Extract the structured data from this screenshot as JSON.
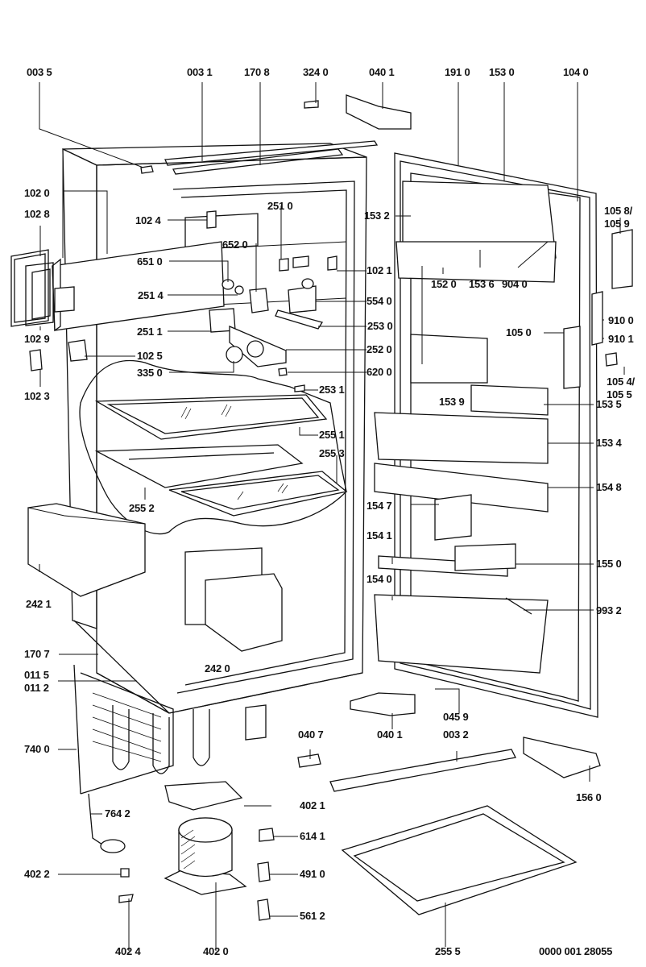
{
  "diagram": {
    "title": "Refrigerator exploded parts diagram",
    "drawing_number": "0000 001 28055",
    "labels": {
      "p0035": "003 5",
      "p0031": "003 1",
      "p1708": "170 8",
      "p3240": "324 0",
      "p0401_top": "040 1",
      "p1910": "191 0",
      "p1530": "153 0",
      "p1040": "104 0",
      "p1020": "102 0",
      "p1028": "102 8",
      "p1024": "102 4",
      "p2510": "251 0",
      "p6520": "652 0",
      "p6510": "651 0",
      "p2514": "251 4",
      "p1029": "102 9",
      "p2511": "251 1",
      "p1025": "102 5",
      "p3350": "335 0",
      "p1023": "102 3",
      "p1021": "102 1",
      "p5540": "554 0",
      "p2530": "253 0",
      "p2520": "252 0",
      "p6200": "620 0",
      "p2531": "253 1",
      "p2551": "255 1",
      "p2553": "255 3",
      "p2552": "255 2",
      "p2421": "242 1",
      "p2420": "242 0",
      "p1707": "170 7",
      "p0115": "011 5",
      "p0112": "011 2",
      "p7400": "740 0",
      "p7642": "764 2",
      "p4022": "402 2",
      "p4024": "402 4",
      "p4020": "402 0",
      "p4021": "402 1",
      "p6141": "614 1",
      "p4910": "491 0",
      "p5612": "561 2",
      "p0407": "040 7",
      "p0401_bottom": "040 1",
      "p0459": "045 9",
      "p0032": "003 2",
      "p1560": "156 0",
      "p2555": "255 5",
      "p1532": "153 2",
      "p1520": "152 0",
      "p1536": "153 6",
      "p9040": "904 0",
      "p1539": "153 9",
      "p1535": "153 5",
      "p1534": "153 4",
      "p1548": "154 8",
      "p1547": "154 7",
      "p1541": "154 1",
      "p1540": "154 0",
      "p1550": "155 0",
      "p9932": "993 2",
      "p0459b": "045 9",
      "p1058": "105 8/",
      "p1059": "105 9",
      "p9100": "910 0",
      "p9101": "910 1",
      "p1050": "105 0",
      "p1054": "105 4/",
      "p1055": "105 5"
    }
  }
}
